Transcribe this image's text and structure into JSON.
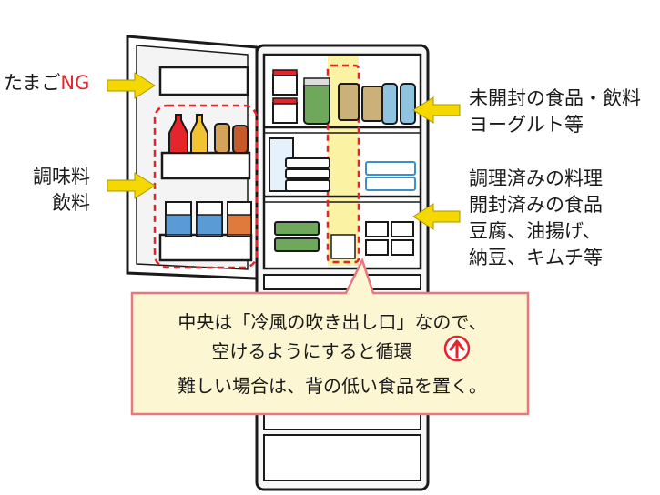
{
  "labels": {
    "egg_prefix": "たまご",
    "egg_ng": "NG",
    "seasoning_line1": "調味料",
    "seasoning_line2": "飲料",
    "top_shelf_line1": "未開封の食品・飲料",
    "top_shelf_line2": "ヨーグルト等",
    "lower_shelf_line1": "調理済みの料理",
    "lower_shelf_line2": "開封済みの食品",
    "lower_shelf_line3": "豆腐、油揚げ、",
    "lower_shelf_line4": "納豆、キムチ等"
  },
  "callout": {
    "line1": "中央は「冷風の吹き出し口」なので、",
    "line2": "空けるようにすると循環",
    "line3": "難しい場合は、背の低い食品を置く。"
  },
  "colors": {
    "arrow": "#f5d800",
    "callout_bg": "#fdf6d2",
    "callout_border": "#e8787e",
    "dashed": "#e5242b",
    "highlight": "#fbf2a3"
  }
}
